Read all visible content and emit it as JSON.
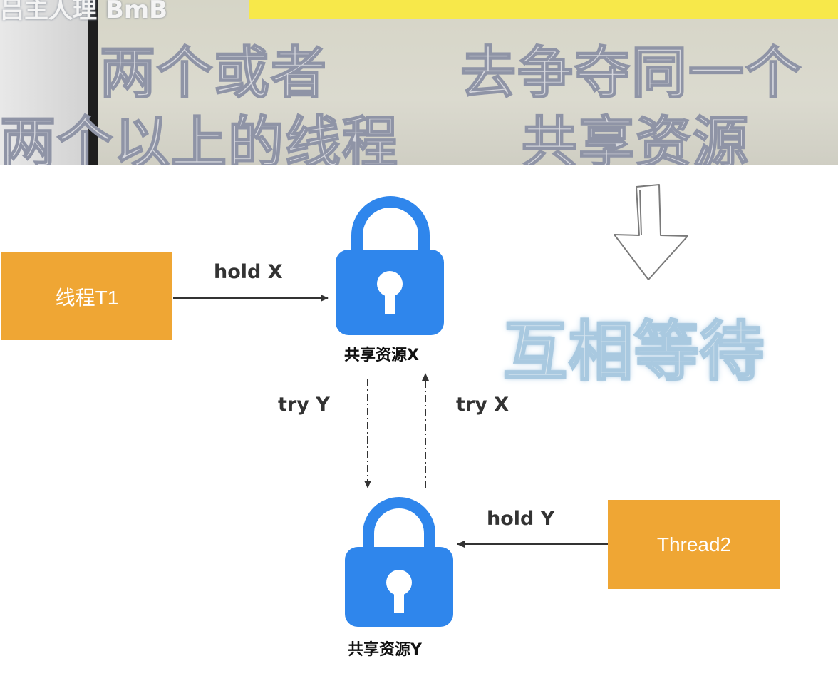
{
  "banner": {
    "corner_text": "吕主人理 BmB",
    "subtitle": {
      "line1_left": "两个或者",
      "line1_right": "去争夺同一个",
      "line2_left": "两个以上的线程",
      "line2_right": "共享资源"
    }
  },
  "diagram": {
    "thread1": "线程T1",
    "thread2": "Thread2",
    "lock_x_caption": "共享资源X",
    "lock_y_caption": "共享资源Y",
    "edge_hold_x": "hold X",
    "edge_hold_y": "hold Y",
    "edge_try_y": "try Y",
    "edge_try_x": "try X",
    "annotation": "互相等待"
  },
  "colors": {
    "thread_box": "#efa634",
    "lock": "#2f86ec",
    "annotation": "#a9c9e0"
  },
  "icons": [
    "lock-icon",
    "down-arrow-sketch-icon"
  ]
}
